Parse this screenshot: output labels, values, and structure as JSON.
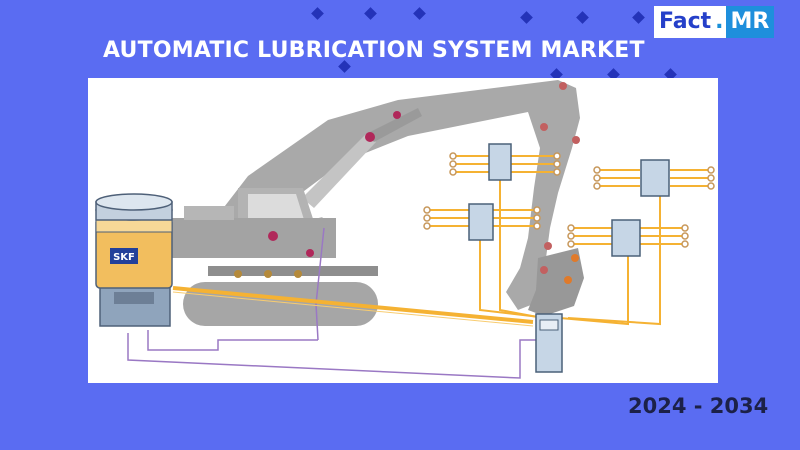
{
  "logo": {
    "fact": "Fact",
    "dot": ".",
    "mr": "MR"
  },
  "title": "AUTOMATIC LUBRICATION SYSTEM MARKET",
  "period": "2024 - 2034",
  "pump_brand": "SKF",
  "colors": {
    "background": "#5a6cf2",
    "diamond": "#2433b8",
    "lube_line": "#f5b233",
    "signal_line": "#9a78c4",
    "machine": "#a9a9a9",
    "lube_point": "#b0285a"
  },
  "icons": [
    "diamond-icon",
    "lubrication-pump-icon",
    "distributor-block-icon",
    "excavator-icon"
  ]
}
